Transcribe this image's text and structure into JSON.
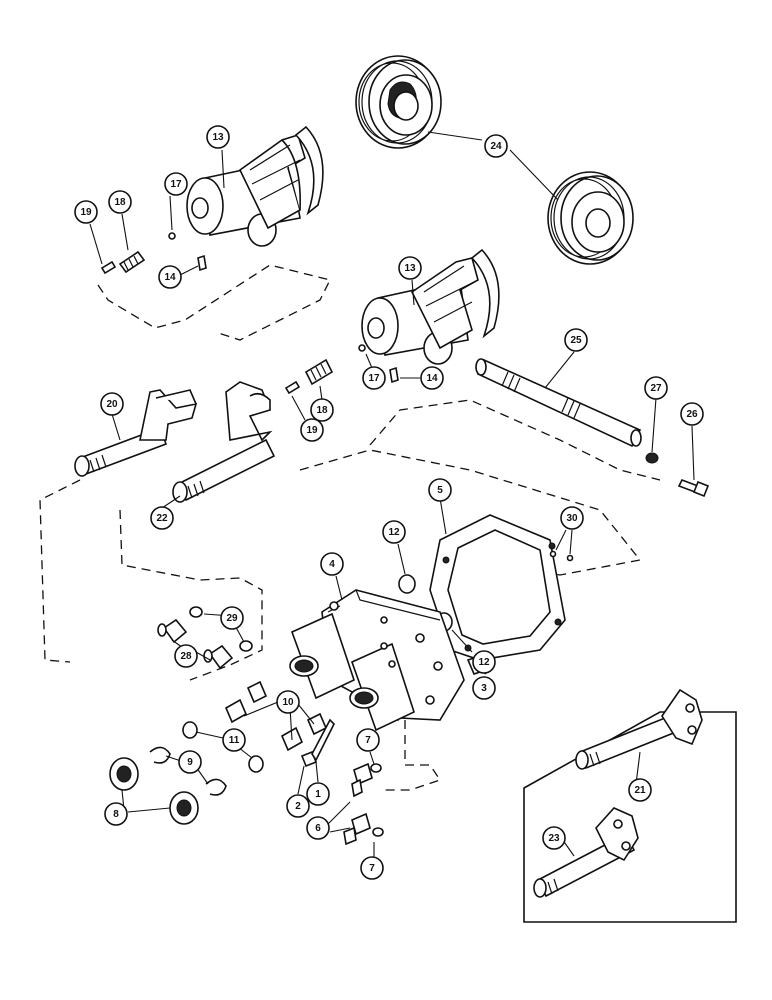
{
  "diagram": {
    "callouts": {
      "c1": "1",
      "c2": "2",
      "c3": "3",
      "c4": "4",
      "c5": "5",
      "c6": "6",
      "c7a": "7",
      "c7b": "7",
      "c8": "8",
      "c9": "9",
      "c10": "10",
      "c11": "11",
      "c12a": "12",
      "c12b": "12",
      "c13a": "13",
      "c13b": "13",
      "c14a": "14",
      "c14b": "14",
      "c17a": "17",
      "c17b": "17",
      "c18a": "18",
      "c18b": "18",
      "c19a": "19",
      "c19b": "19",
      "c20": "20",
      "c21": "21",
      "c22": "22",
      "c23": "23",
      "c24": "24",
      "c25": "25",
      "c26": "26",
      "c27": "27",
      "c28": "28",
      "c29": "29",
      "c30": "30"
    }
  }
}
